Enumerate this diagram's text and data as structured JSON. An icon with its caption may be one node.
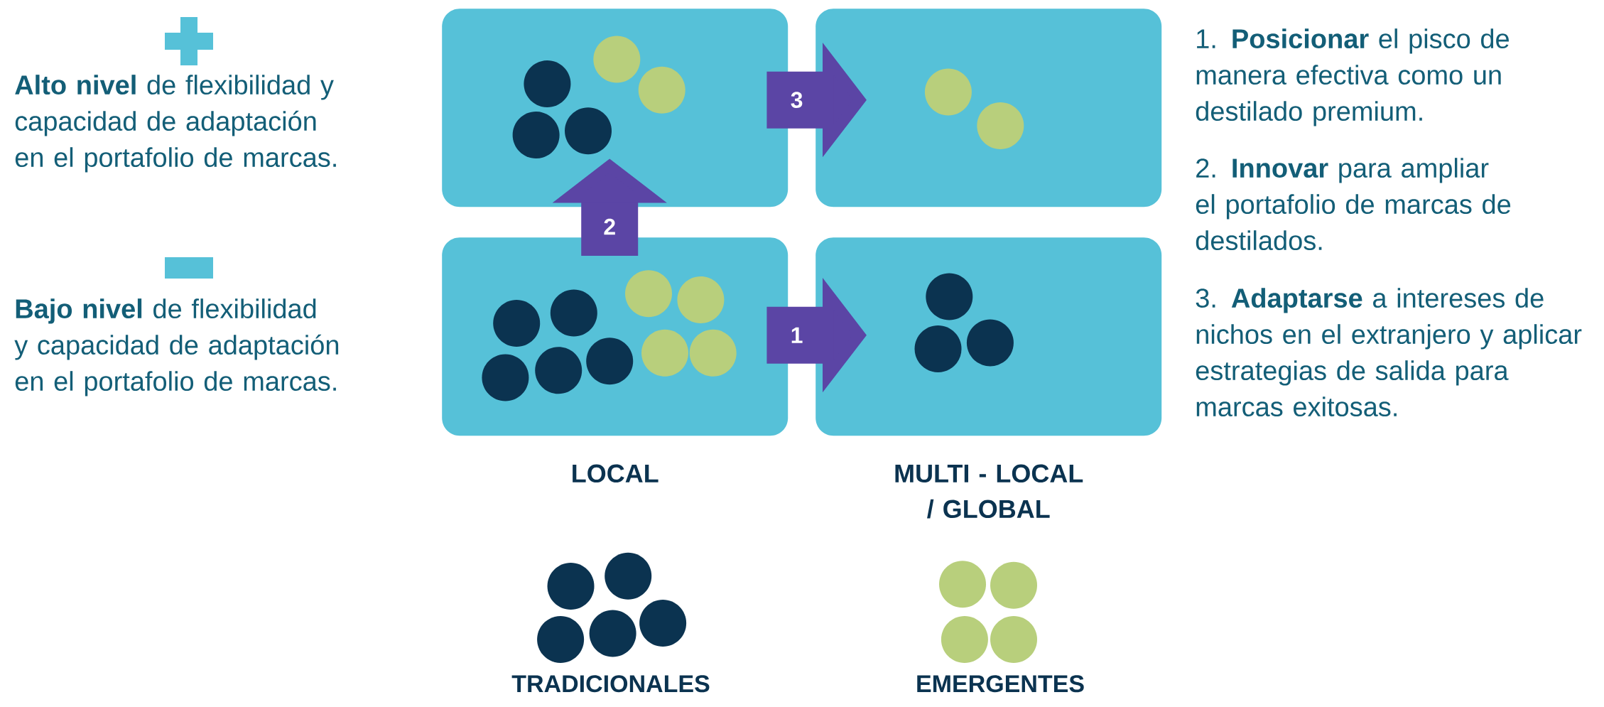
{
  "diagram": {
    "nodes": [
      {
        "text": [],
        "shape": "box"
      },
      {
        "text": [],
        "shape": "box"
      },
      {
        "text": [],
        "shape": "box",
        "beside": [
          "LOCAL"
        ]
      },
      {
        "text": [],
        "shape": "box",
        "beside": [
          "MULTI - LOCAL / GLOBAL"
        ]
      }
    ],
    "edges": [
      {
        "from": 2,
        "to": 3,
        "arrow": "to",
        "label": "1"
      },
      {
        "from": 2,
        "to": 0,
        "arrow": "to",
        "label": "2"
      },
      {
        "from": 0,
        "to": 1,
        "arrow": "to",
        "label": "3"
      }
    ],
    "labels": [
      "**Alto nivel** de flexibilidad y capacidad de adaptación en el portafolio de marcas.",
      "**Bajo nivel** de flexibilidad y capacidad de adaptación en el portafolio de marcas.",
      "1. **Posicionar** el pisco de manera efectiva como un destilado premium.",
      "2. **Innovar** para ampliar el portafolio de marcas de destilados.",
      "3. **Adaptarse** a intereses de nichos en el extranjero y aplicar estrategias de salida para marcas exitosas."
    ],
    "legend": [
      {
        "text": "TRADICIONALES",
        "color": "#0b3350"
      },
      {
        "text": "EMERGENTES",
        "color": "#b8cf7c"
      }
    ]
  }
}
